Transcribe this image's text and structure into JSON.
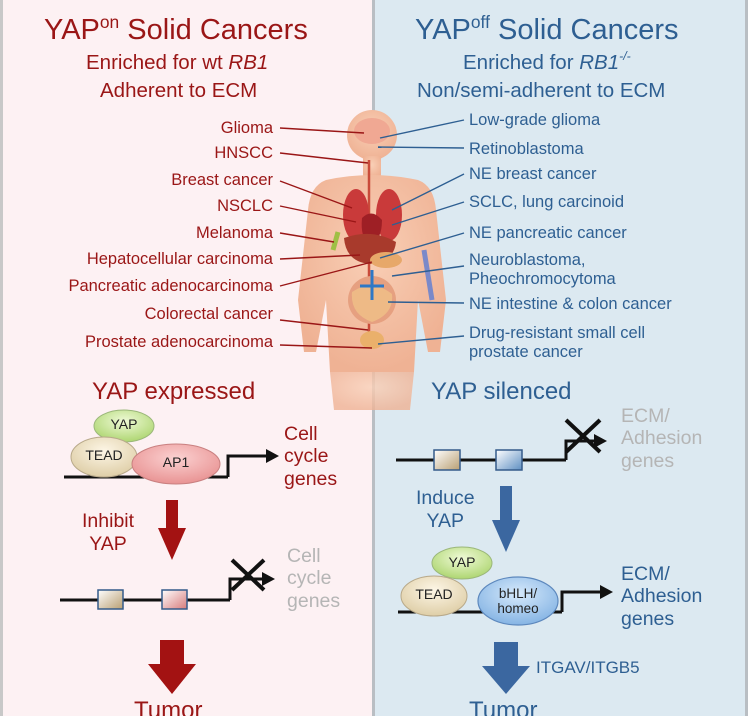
{
  "left": {
    "title_main": "YAP",
    "title_sup": "on",
    "title_rest": " Solid Cancers",
    "subtitle1_pre": "Enriched for wt ",
    "subtitle1_gene": "RB1",
    "subtitle2": "Adherent to ECM",
    "cancers": [
      "Glioma",
      "HNSCC",
      "Breast cancer",
      "NSCLC",
      "Melanoma",
      "Hepatocellular carcinoma",
      "Pancreatic adenocarcinoma",
      "Colorectal cancer",
      "Prostate adenocarcinoma"
    ],
    "state_label": "YAP expressed",
    "complex": [
      "YAP",
      "TEAD",
      "AP1"
    ],
    "target_genes": "Cell\ncycle\ngenes",
    "arrow_label": "Inhibit\nYAP",
    "silenced_genes": "Cell\ncycle\ngenes",
    "outcome": "Tumor"
  },
  "right": {
    "title_main": "YAP",
    "title_sup": "off",
    "title_rest": " Solid Cancers",
    "subtitle1_pre": "Enriched for ",
    "subtitle1_gene": "RB1",
    "subtitle1_sup": "-/-",
    "subtitle2": "Non/semi-adherent to ECM",
    "cancers": [
      "Low-grade glioma",
      "Retinoblastoma",
      "NE breast cancer",
      "SCLC, lung carcinoid",
      "NE pancreatic cancer",
      "Neuroblastoma,\nPheochromocytoma",
      "NE intestine & colon cancer",
      "Drug-resistant small cell\nprostate cancer"
    ],
    "state_label": "YAP silenced",
    "silenced_genes": "ECM/\nAdhesion\ngenes",
    "arrow_label": "Induce\nYAP",
    "complex": [
      "YAP",
      "TEAD",
      "bHLH/\nhomeo"
    ],
    "target_genes": "ECM/\nAdhesion\ngenes",
    "arrow_label2": "ITGAV/ITGB5",
    "outcome": "Tumor"
  },
  "colors": {
    "left_bg": "#fdf1f3",
    "right_bg": "#dce9f1",
    "red": "#9a1616",
    "blue": "#2e5f92",
    "gray": "#b5b5b5"
  }
}
